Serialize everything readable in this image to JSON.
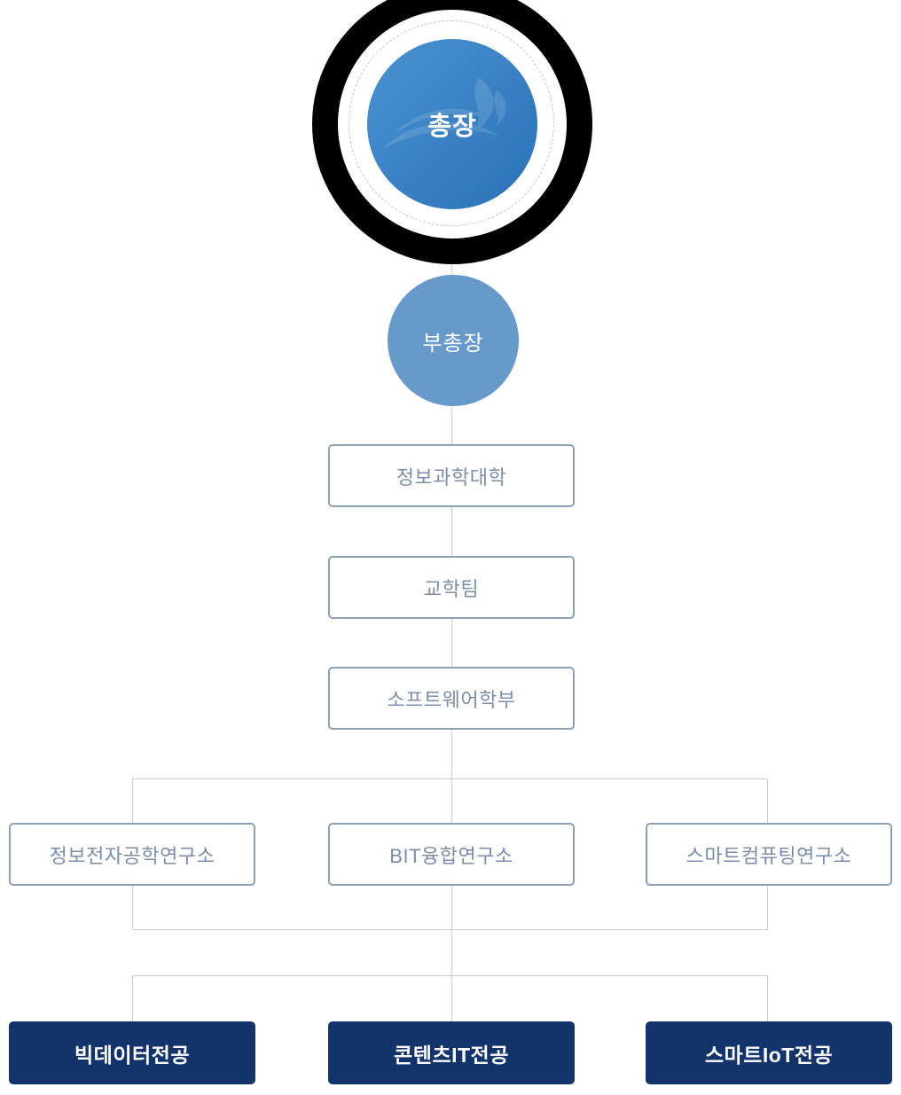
{
  "org": {
    "president": {
      "label": "총장"
    },
    "vice_president": {
      "label": "부총장"
    },
    "chain": [
      {
        "label": "정보과학대학"
      },
      {
        "label": "교학팀"
      },
      {
        "label": "소프트웨어학부"
      }
    ],
    "institutes": [
      {
        "label": "정보전자공학연구소"
      },
      {
        "label": "BIT융합연구소"
      },
      {
        "label": "스마트컴퓨팅연구소"
      }
    ],
    "majors": [
      {
        "label": "빅데이터전공"
      },
      {
        "label": "콘텐츠IT전공"
      },
      {
        "label": "스마트IoT전공"
      }
    ],
    "icons": {
      "wave_logo": "wave-logo-icon"
    }
  },
  "colors": {
    "navy": "#13336b",
    "line": "#cccccc",
    "box-border": "#8ba1ba",
    "box-text": "#7b8ea9",
    "vice-blue": "#6899cb",
    "blue-grad-a": "#4a93d2",
    "blue-grad-b": "#2a71b6"
  }
}
